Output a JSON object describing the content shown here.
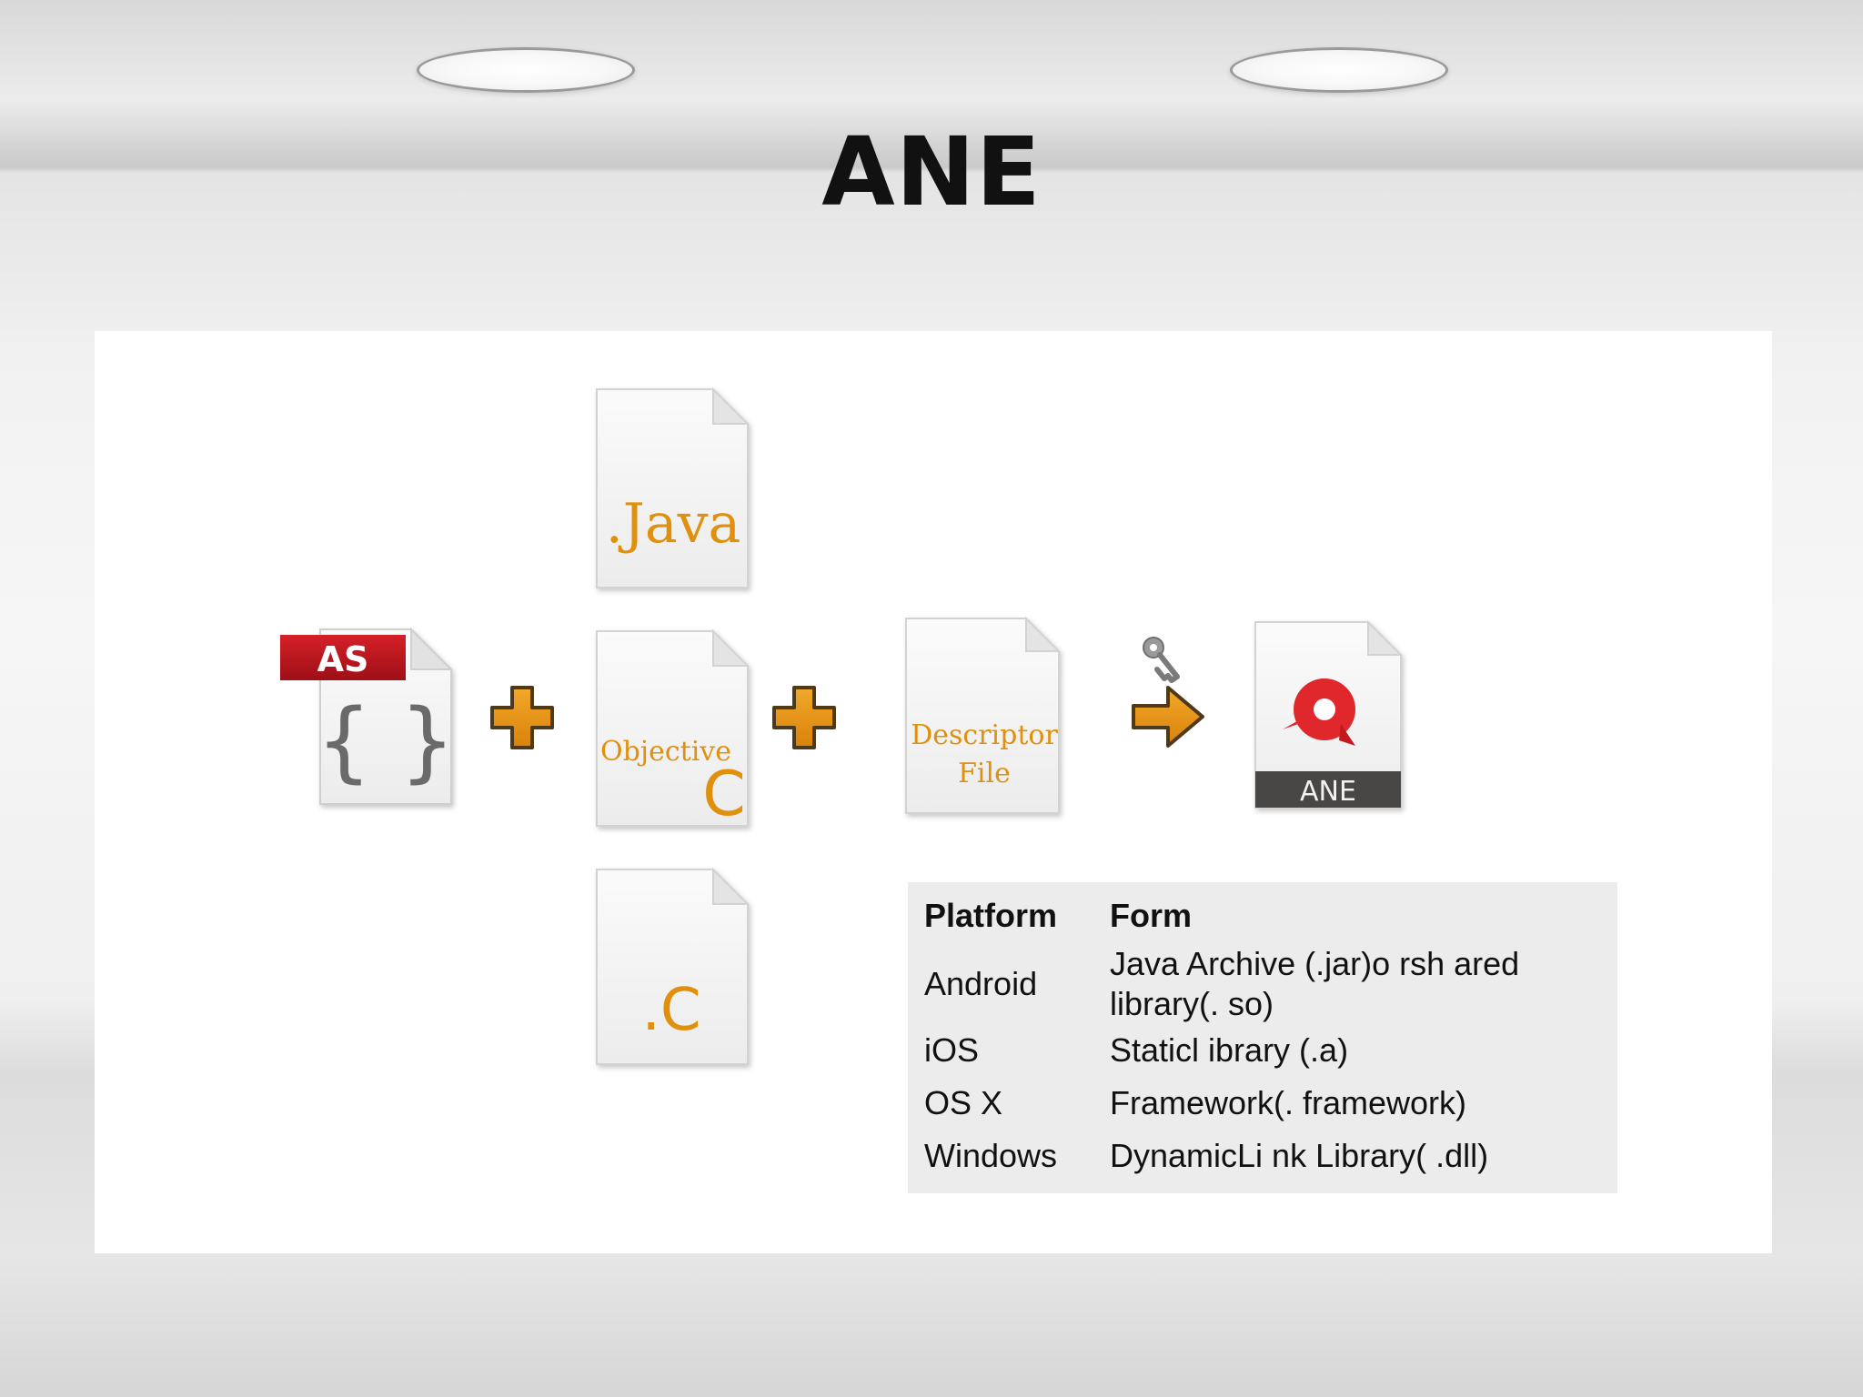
{
  "title": "ANE",
  "diagram": {
    "files": {
      "as_badge": "AS",
      "as_braces": "{ }",
      "java": ".Java",
      "objective_c_top": "Objective",
      "objective_c_letter": "C",
      "c": ".C",
      "descriptor_line1": "Descriptor",
      "descriptor_line2": "File",
      "ane_banner": "ANE"
    },
    "icons": [
      "actionscript-file-icon",
      "plus-icon",
      "java-file-icon",
      "objective-c-file-icon",
      "c-file-icon",
      "descriptor-file-icon",
      "key-icon",
      "arrow-right-icon",
      "ane-file-icon",
      "air-logo-icon"
    ],
    "colors": {
      "accent_orange": "#e8960f",
      "as_red": "#c0141c",
      "ane_bar": "#4a4645",
      "air_red": "#e0282c"
    }
  },
  "table": {
    "headers": [
      "Platform",
      "Form"
    ],
    "rows": [
      {
        "platform": "Android",
        "form_line1": "Java Archive (.jar)o rsh ared",
        "form_line2": "library(. so)"
      },
      {
        "platform": "iOS",
        "form_line1": "Staticl ibrary (.a)",
        "form_line2": ""
      },
      {
        "platform": "OS X",
        "form_line1": "Framework(. framework)",
        "form_line2": ""
      },
      {
        "platform": "Windows",
        "form_line1": "DynamicLi nk Library( .dll)",
        "form_line2": ""
      }
    ]
  }
}
